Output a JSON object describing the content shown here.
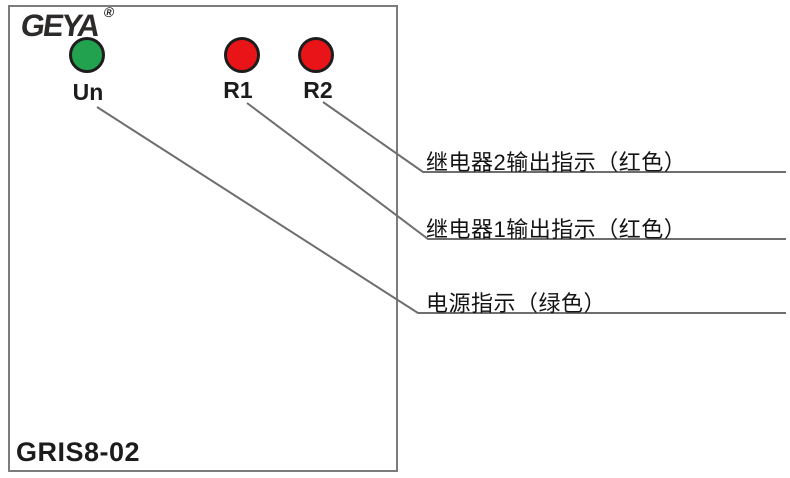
{
  "device": {
    "brand": "GEYA",
    "registered_mark": "®",
    "model": "GRIS8-02"
  },
  "leds": [
    {
      "id": "un",
      "label": "Un",
      "color_hex": "#22a14f",
      "color_name": "green"
    },
    {
      "id": "r1",
      "label": "R1",
      "color_hex": "#e81418",
      "color_name": "red"
    },
    {
      "id": "r2",
      "label": "R2",
      "color_hex": "#e81418",
      "color_name": "red"
    }
  ],
  "callouts": [
    {
      "target": "r2",
      "text": "继电器2输出指示（红色）"
    },
    {
      "target": "r1",
      "text": "继电器1输出指示（红色）"
    },
    {
      "target": "un",
      "text": "电源指示（绿色）"
    }
  ],
  "colors": {
    "panel_border": "#7c7c7c",
    "callout_line": "#6e6e6e",
    "text": "#1c1c1c"
  }
}
